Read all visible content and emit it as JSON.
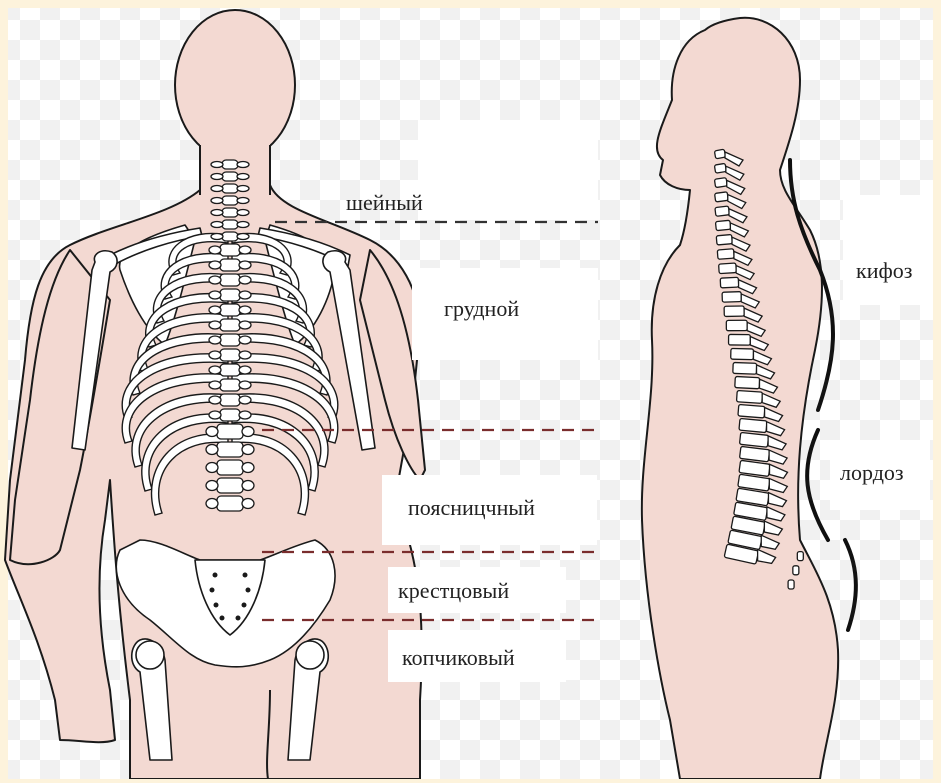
{
  "colors": {
    "background": "#fdf3dc",
    "checker_light": "#ffffff",
    "checker_dark": "#f1f1f1",
    "skin": "#f3d9d2",
    "outline": "#1a1a1a",
    "bone": "#ffffff",
    "dash_dark": "#333333",
    "dash_red": "#7a2d2d"
  },
  "regions": {
    "cervical": "шейный",
    "thoracic": "грудной",
    "lumbar": "поясницчный",
    "sacral": "крестцовый",
    "coccygeal": "копчиковый"
  },
  "curves": {
    "kyphosis": "кифоз",
    "lordosis": "лордоз"
  }
}
